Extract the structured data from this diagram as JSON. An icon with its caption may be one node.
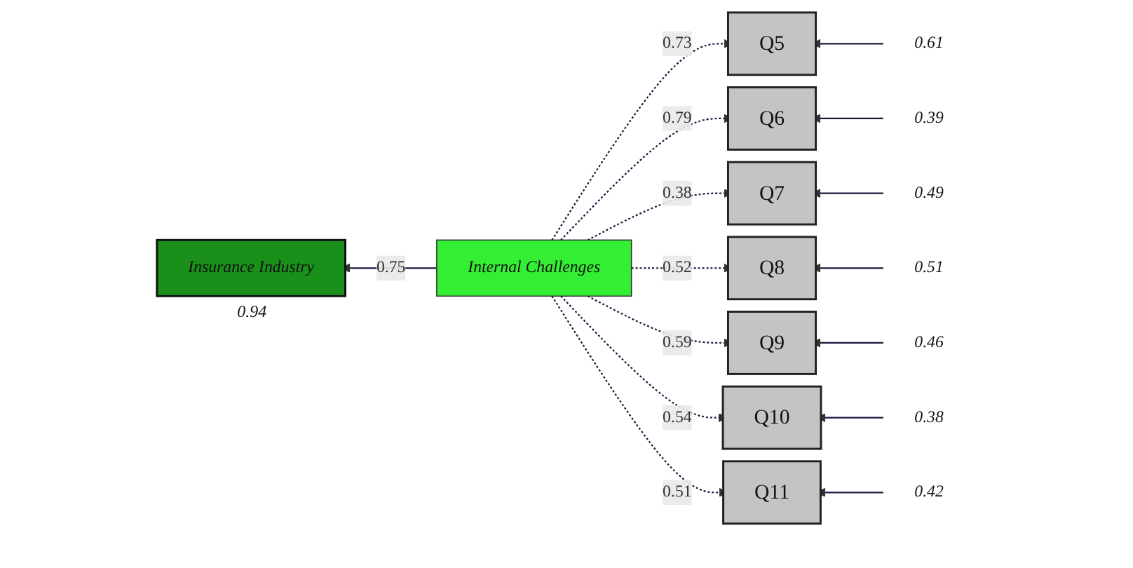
{
  "diagram": {
    "nodes": [
      {
        "text": [
          "Insurance Industry"
        ],
        "beside": [
          "0.94"
        ]
      },
      {
        "text": [
          "Internal Challenges"
        ]
      },
      {
        "text": [
          "Q5"
        ]
      },
      {
        "text": [
          "Q6"
        ]
      },
      {
        "text": [
          "Q7"
        ]
      },
      {
        "text": [
          "Q8"
        ]
      },
      {
        "text": [
          "Q9"
        ]
      },
      {
        "text": [
          "Q10"
        ]
      },
      {
        "text": [
          "Q11"
        ]
      },
      {
        "text": [
          "0.61"
        ]
      },
      {
        "text": [
          "0.39"
        ]
      },
      {
        "text": [
          "0.49"
        ]
      },
      {
        "text": [
          "0.51"
        ]
      },
      {
        "text": [
          "0.46"
        ]
      },
      {
        "text": [
          "0.38"
        ]
      },
      {
        "text": [
          "0.42"
        ]
      }
    ],
    "edges": [
      {
        "from": 1,
        "to": 0,
        "arrow": "to",
        "label": "0.75"
      },
      {
        "from": 1,
        "to": 2,
        "arrow": "to",
        "label": "0.73",
        "style": "dashed"
      },
      {
        "from": 1,
        "to": 3,
        "arrow": "to",
        "label": "0.79",
        "style": "dashed"
      },
      {
        "from": 1,
        "to": 4,
        "arrow": "to",
        "label": "0.38",
        "style": "dashed"
      },
      {
        "from": 1,
        "to": 5,
        "arrow": "to",
        "label": "0.52",
        "style": "dashed"
      },
      {
        "from": 1,
        "to": 6,
        "arrow": "to",
        "label": "0.59",
        "style": "dashed"
      },
      {
        "from": 1,
        "to": 7,
        "arrow": "to",
        "label": "0.54",
        "style": "dashed"
      },
      {
        "from": 1,
        "to": 8,
        "arrow": "to",
        "label": "0.51",
        "style": "dashed"
      },
      {
        "from": 9,
        "to": 2,
        "arrow": "to"
      },
      {
        "from": 10,
        "to": 3,
        "arrow": "to"
      },
      {
        "from": 11,
        "to": 4,
        "arrow": "to"
      },
      {
        "from": 12,
        "to": 5,
        "arrow": "to"
      },
      {
        "from": 13,
        "to": 6,
        "arrow": "to"
      },
      {
        "from": 14,
        "to": 7,
        "arrow": "to"
      },
      {
        "from": 15,
        "to": 8,
        "arrow": "to"
      }
    ]
  }
}
